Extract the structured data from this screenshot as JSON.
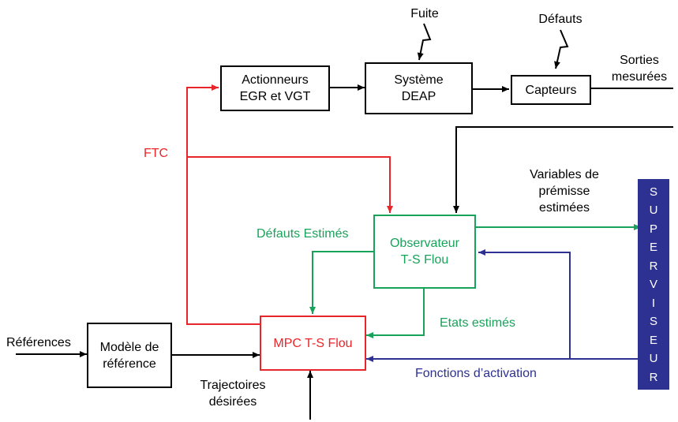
{
  "colors": {
    "black": "#000000",
    "red": "#e8262a",
    "green": "#19a25a",
    "blue": "#2d3192"
  },
  "boxes": {
    "actionneurs": "Actionneurs\nEGR et VGT",
    "systeme": "Système\nDEAP",
    "capteurs": "Capteurs",
    "observateur": "Observateur\nT-S Flou",
    "mpc": "MPC T-S Flou",
    "modele": "Modèle de\nréférence"
  },
  "labels": {
    "fuite": "Fuite",
    "defauts": "Défauts",
    "sorties": "Sorties\nmesurées",
    "ftc": "FTC",
    "variables": "Variables de\nprémisse\nestimées",
    "defauts_estimes": "Défauts Estimés",
    "etats_estimes": "Etats estimés",
    "references": "Références",
    "trajectoires": "Trajectoires\ndésirées",
    "fonctions": "Fonctions d’activation"
  },
  "supervisor": {
    "letters": [
      "S",
      "U",
      "P",
      "E",
      "R",
      "V",
      "I",
      "S",
      "E",
      "U",
      "R"
    ]
  }
}
